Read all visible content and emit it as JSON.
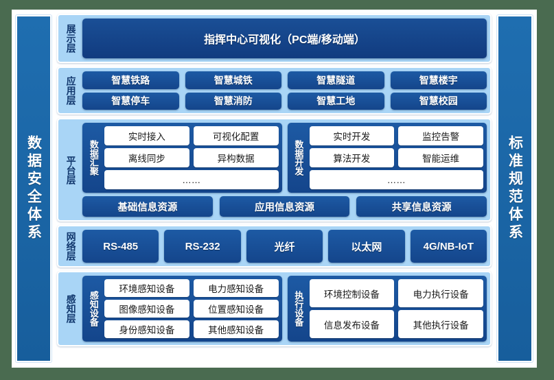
{
  "side_columns": {
    "left": "数据安全体系",
    "right": "标准规范体系"
  },
  "layers": {
    "presentation": {
      "label": "展示层",
      "box": "指挥中心可视化（PC端/移动端）"
    },
    "application": {
      "label": "应用层",
      "row1": [
        "智慧铁路",
        "智慧城铁",
        "智慧隧道",
        "智慧楼宇"
      ],
      "row2": [
        "智慧停车",
        "智慧消防",
        "智慧工地",
        "智慧校园"
      ]
    },
    "platform": {
      "label": "平台层",
      "groups": [
        {
          "name": "数据汇聚",
          "row1": [
            "实时接入",
            "可视化配置"
          ],
          "row2": [
            "离线同步",
            "异构数据"
          ],
          "row3": "……"
        },
        {
          "name": "数据开发",
          "row1": [
            "实时开发",
            "监控告警"
          ],
          "row2": [
            "算法开发",
            "智能运维"
          ],
          "row3": "……"
        }
      ],
      "resources": [
        "基础信息资源",
        "应用信息资源",
        "共享信息资源"
      ]
    },
    "network": {
      "label": "网络层",
      "items": [
        "RS-485",
        "RS-232",
        "光纤",
        "以太网",
        "4G/NB-IoT"
      ]
    },
    "sensing": {
      "label": "感知层",
      "groups": [
        {
          "name": "感知设备",
          "row1": [
            "环境感知设备",
            "电力感知设备"
          ],
          "row2": [
            "图像感知设备",
            "位置感知设备"
          ],
          "row3": [
            "身份感知设备",
            "其他感知设备"
          ]
        },
        {
          "name": "执行设备",
          "row1": [
            "环境控制设备",
            "电力执行设备"
          ],
          "row2": [
            "信息发布设备",
            "其他执行设备"
          ]
        }
      ]
    }
  },
  "colors": {
    "page_border": "#4a6b50",
    "canvas": "#ffffff",
    "layer_panel": "#a9d5f6",
    "pill_dark": "#1a4f96",
    "pillar": "#1f6eb0",
    "label_text": "#12386e"
  }
}
